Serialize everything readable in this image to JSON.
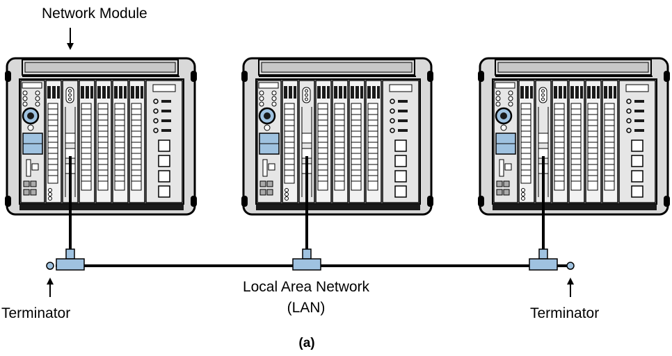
{
  "labels": {
    "network_module": "Network Module",
    "terminator_left": "Terminator",
    "terminator_right": "Terminator",
    "lan_line1": "Local Area Network",
    "lan_line2": "(LAN)",
    "caption": "(a)"
  },
  "colors": {
    "rack_fill": "#d9d9d9",
    "connector_fill": "#9fc2e0",
    "cable": "#000000",
    "card_dark": "#1a1a1a"
  },
  "racks": [
    {
      "name": "rack-left"
    },
    {
      "name": "rack-center"
    },
    {
      "name": "rack-right"
    }
  ]
}
